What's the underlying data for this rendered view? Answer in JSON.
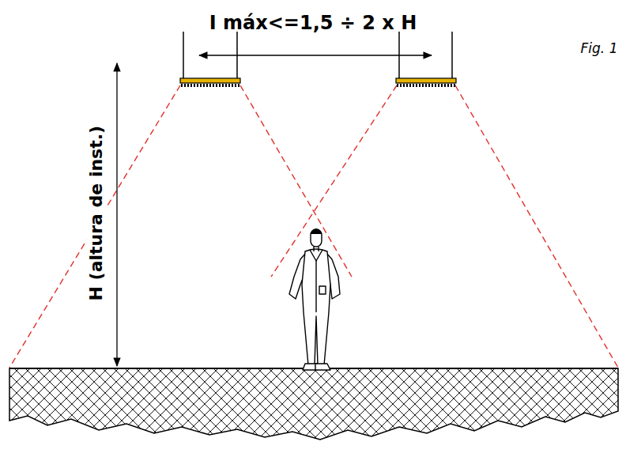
{
  "diagram": {
    "labels": [
      "I máx<=1,5 ÷ 2 x H",
      "H (altura de inst.)",
      "Fig. 1"
    ]
  }
}
